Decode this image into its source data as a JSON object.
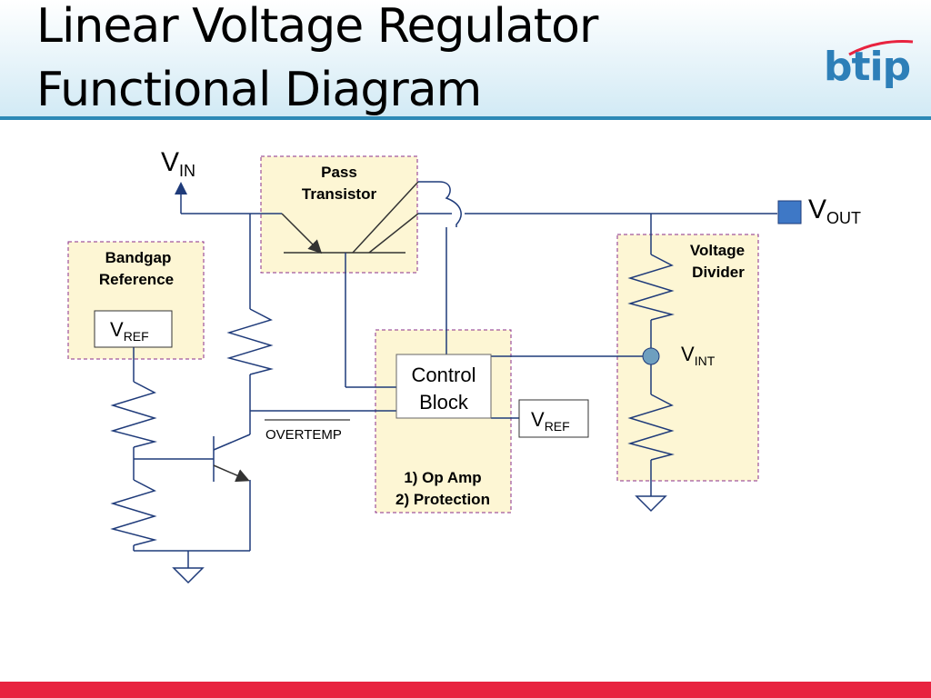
{
  "slide": {
    "title_line1": "Linear Voltage Regulator",
    "title_line2": "Functional Diagram",
    "logo_text": "btip"
  },
  "colors": {
    "wire": "#1f3b7a",
    "block_fill": "#fdf6d4",
    "block_border": "#8a2e8a",
    "header_rule": "#2d89b6",
    "footer_bar": "#e8233f",
    "node": "#6e9fbf",
    "vout_square": "#3e78c6"
  },
  "diagram": {
    "vin": {
      "main": "V",
      "sub": "IN"
    },
    "vout": {
      "main": "V",
      "sub": "OUT"
    },
    "pass_transistor": {
      "line1": "Pass",
      "line2": "Transistor"
    },
    "bandgap": {
      "line1": "Bandgap",
      "line2": "Reference",
      "vref_main": "V",
      "vref_sub": "REF"
    },
    "control_block": {
      "line1": "Control",
      "line2": "Block",
      "note1": "1) Op Amp",
      "note2": "2) Protection"
    },
    "vref_input": {
      "main": "V",
      "sub": "REF"
    },
    "voltage_divider": {
      "line1": "Voltage",
      "line2": "Divider"
    },
    "vint": {
      "main": "V",
      "sub": "INT"
    },
    "overtemp": "OVERTEMP"
  }
}
